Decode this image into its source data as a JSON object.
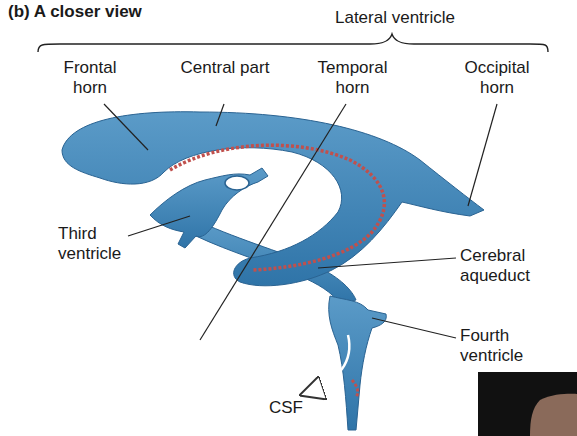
{
  "diagram": {
    "title": "(b) A closer view",
    "labels": [
      "Lateral ventricle",
      "Frontal horn",
      "Central part",
      "Temporal horn",
      "Occipital horn",
      "Third ventricle",
      "Cerebral aqueduct",
      "Fourth ventricle",
      "CSF"
    ]
  }
}
